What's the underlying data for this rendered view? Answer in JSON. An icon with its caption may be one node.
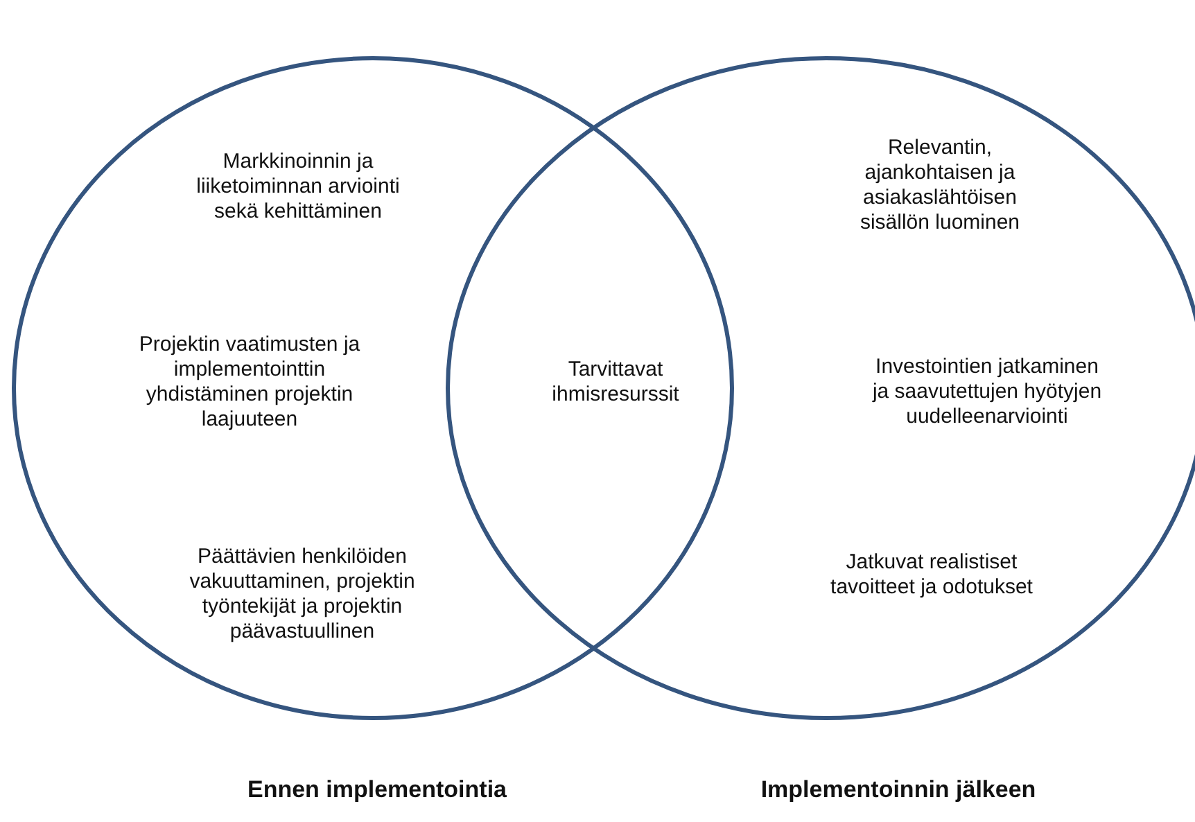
{
  "diagram": {
    "nodes": [
      {
        "text": [
          "Markkinoinnin ja liiketoiminnan arviointi sekä kehittäminen",
          "Projektin vaatimusten ja implementointtin yhdistäminen projektin laajuuteen",
          "Päättävien henkilöiden vakuuttaminen, projektin työntekijät ja projektin päävastuullinen",
          "Ennen implementointia"
        ]
      },
      {
        "text": [
          "Relevantin, ajankohtaisen ja asiakaslähtöisen sisällön luominen",
          "Investointien jatkaminen ja saavutettujen hyötyjen uudelleenarviointi",
          "Jatkuvat realistiset tavoitteet ja odotukset",
          "Implementoinnin jälkeen"
        ]
      }
    ],
    "edges": [],
    "labels": [
      "Tarvittavat ihmisresurssit"
    ]
  }
}
